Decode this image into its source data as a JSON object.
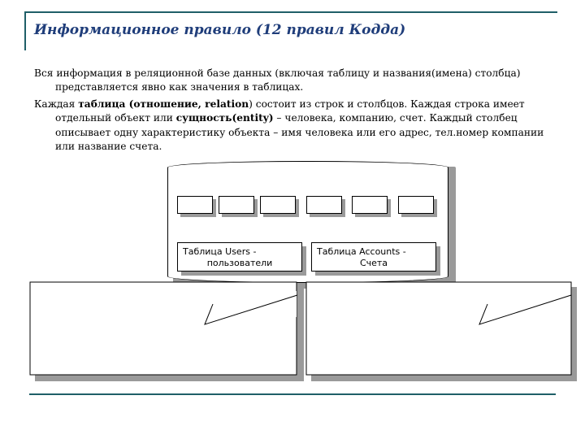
{
  "slide": {
    "title": "Информационное правило (12 правил Кодда)",
    "paragraphs": [
      {
        "segments": [
          {
            "text": "Вся информация в реляционной базе данных (включая таблицу и названия(имена) столбца) представляется явно как значения в таблицах.",
            "bold": false
          }
        ]
      },
      {
        "segments": [
          {
            "text": "Каждая ",
            "bold": false
          },
          {
            "text": "таблица (отношение, relation",
            "bold": true
          },
          {
            "text": ") состоит из строк и столбцов. Каждая строка имеет отдельный объект или ",
            "bold": false
          },
          {
            "text": "сущность(entity)",
            "bold": true
          },
          {
            "text": " – человека, компанию, счет. Каждый столбец описывает одну характеристику объекта – имя человека или его адрес, тел.номер компании или название счета.",
            "bold": false
          }
        ]
      }
    ]
  },
  "diagram": {
    "column_count": 6,
    "tables": [
      {
        "line1": "Таблица Users -",
        "line2": "пользователи"
      },
      {
        "line1": "Таблица Accounts -",
        "line2": "Счета"
      }
    ],
    "callouts": [
      {
        "text": ""
      },
      {
        "text": ""
      }
    ],
    "colors": {
      "accent": "#1f5f68",
      "title": "#1f3d7a",
      "shadow": "#9a9a9a"
    }
  }
}
